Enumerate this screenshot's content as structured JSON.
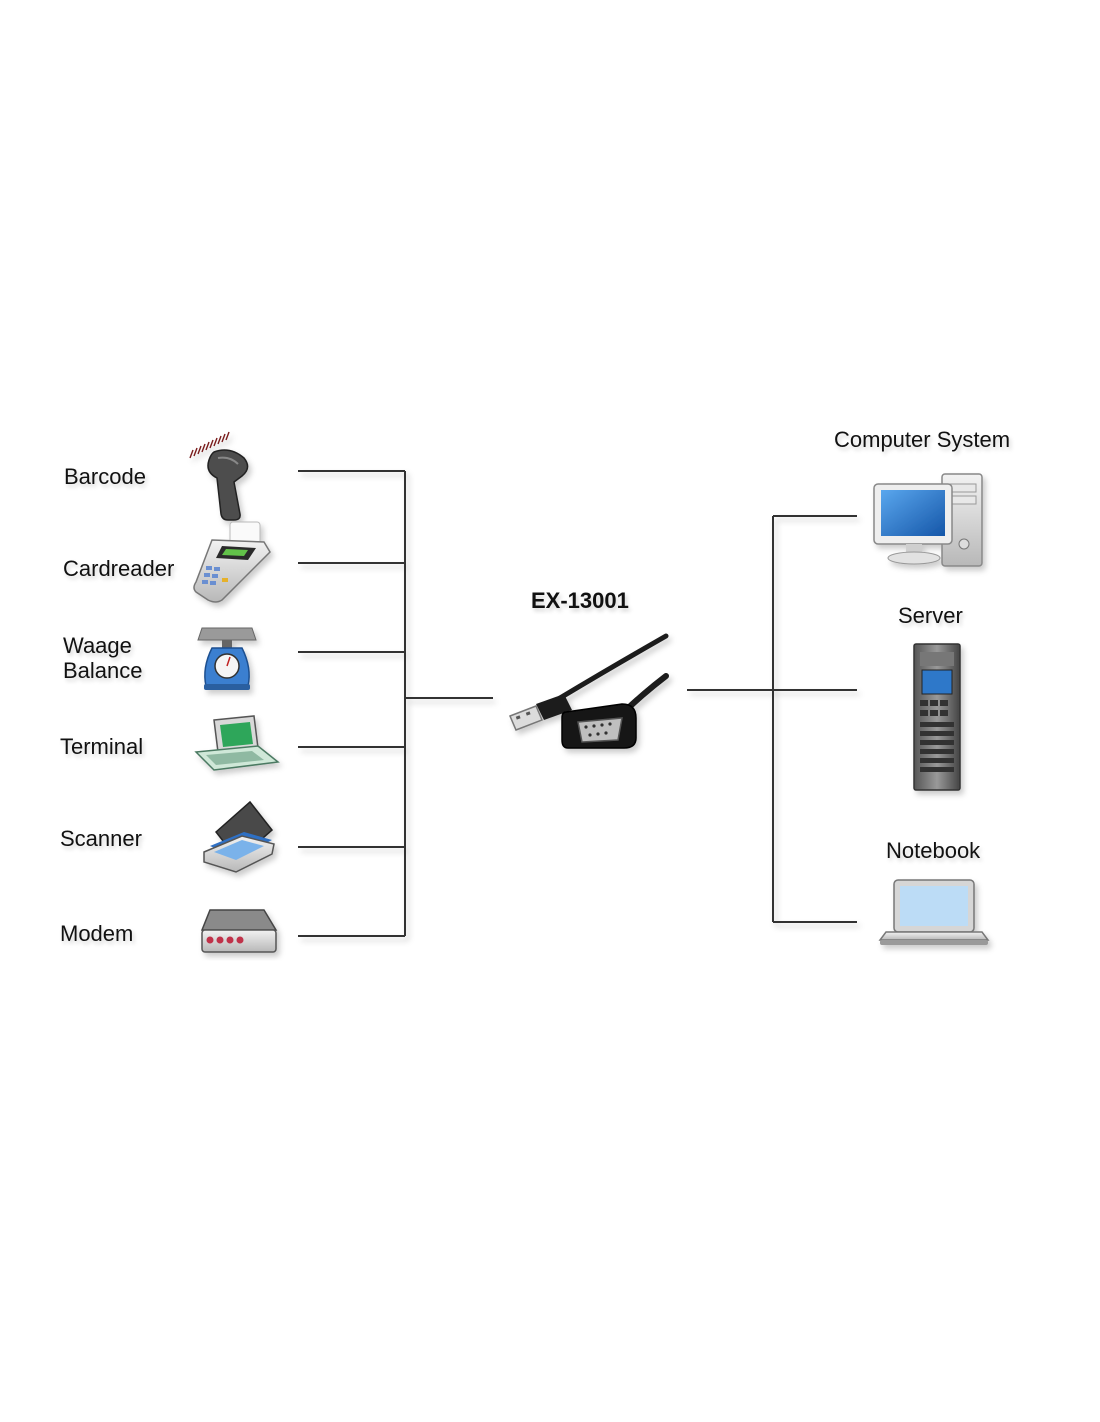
{
  "product": {
    "name": "EX-13001"
  },
  "left_devices": [
    {
      "id": "barcode",
      "lines": [
        "Barcode"
      ],
      "icon": "barcode-scanner-icon"
    },
    {
      "id": "cardreader",
      "lines": [
        "Cardreader"
      ],
      "icon": "card-terminal-icon"
    },
    {
      "id": "scale",
      "lines": [
        "Waage",
        "Balance"
      ],
      "icon": "scale-icon"
    },
    {
      "id": "terminal",
      "lines": [
        "Terminal"
      ],
      "icon": "terminal-icon"
    },
    {
      "id": "scanner",
      "lines": [
        "Scanner"
      ],
      "icon": "flatbed-scanner-icon"
    },
    {
      "id": "modem",
      "lines": [
        "Modem"
      ],
      "icon": "modem-icon"
    }
  ],
  "right_devices": [
    {
      "id": "computer",
      "label": "Computer System",
      "icon": "desktop-computer-icon"
    },
    {
      "id": "server",
      "label": "Server",
      "icon": "server-rack-icon"
    },
    {
      "id": "notebook",
      "label": "Notebook",
      "icon": "notebook-icon"
    }
  ],
  "colors": {
    "line": "#333333",
    "cable": "#1a1a1a",
    "screen": "#1f6fc4"
  }
}
